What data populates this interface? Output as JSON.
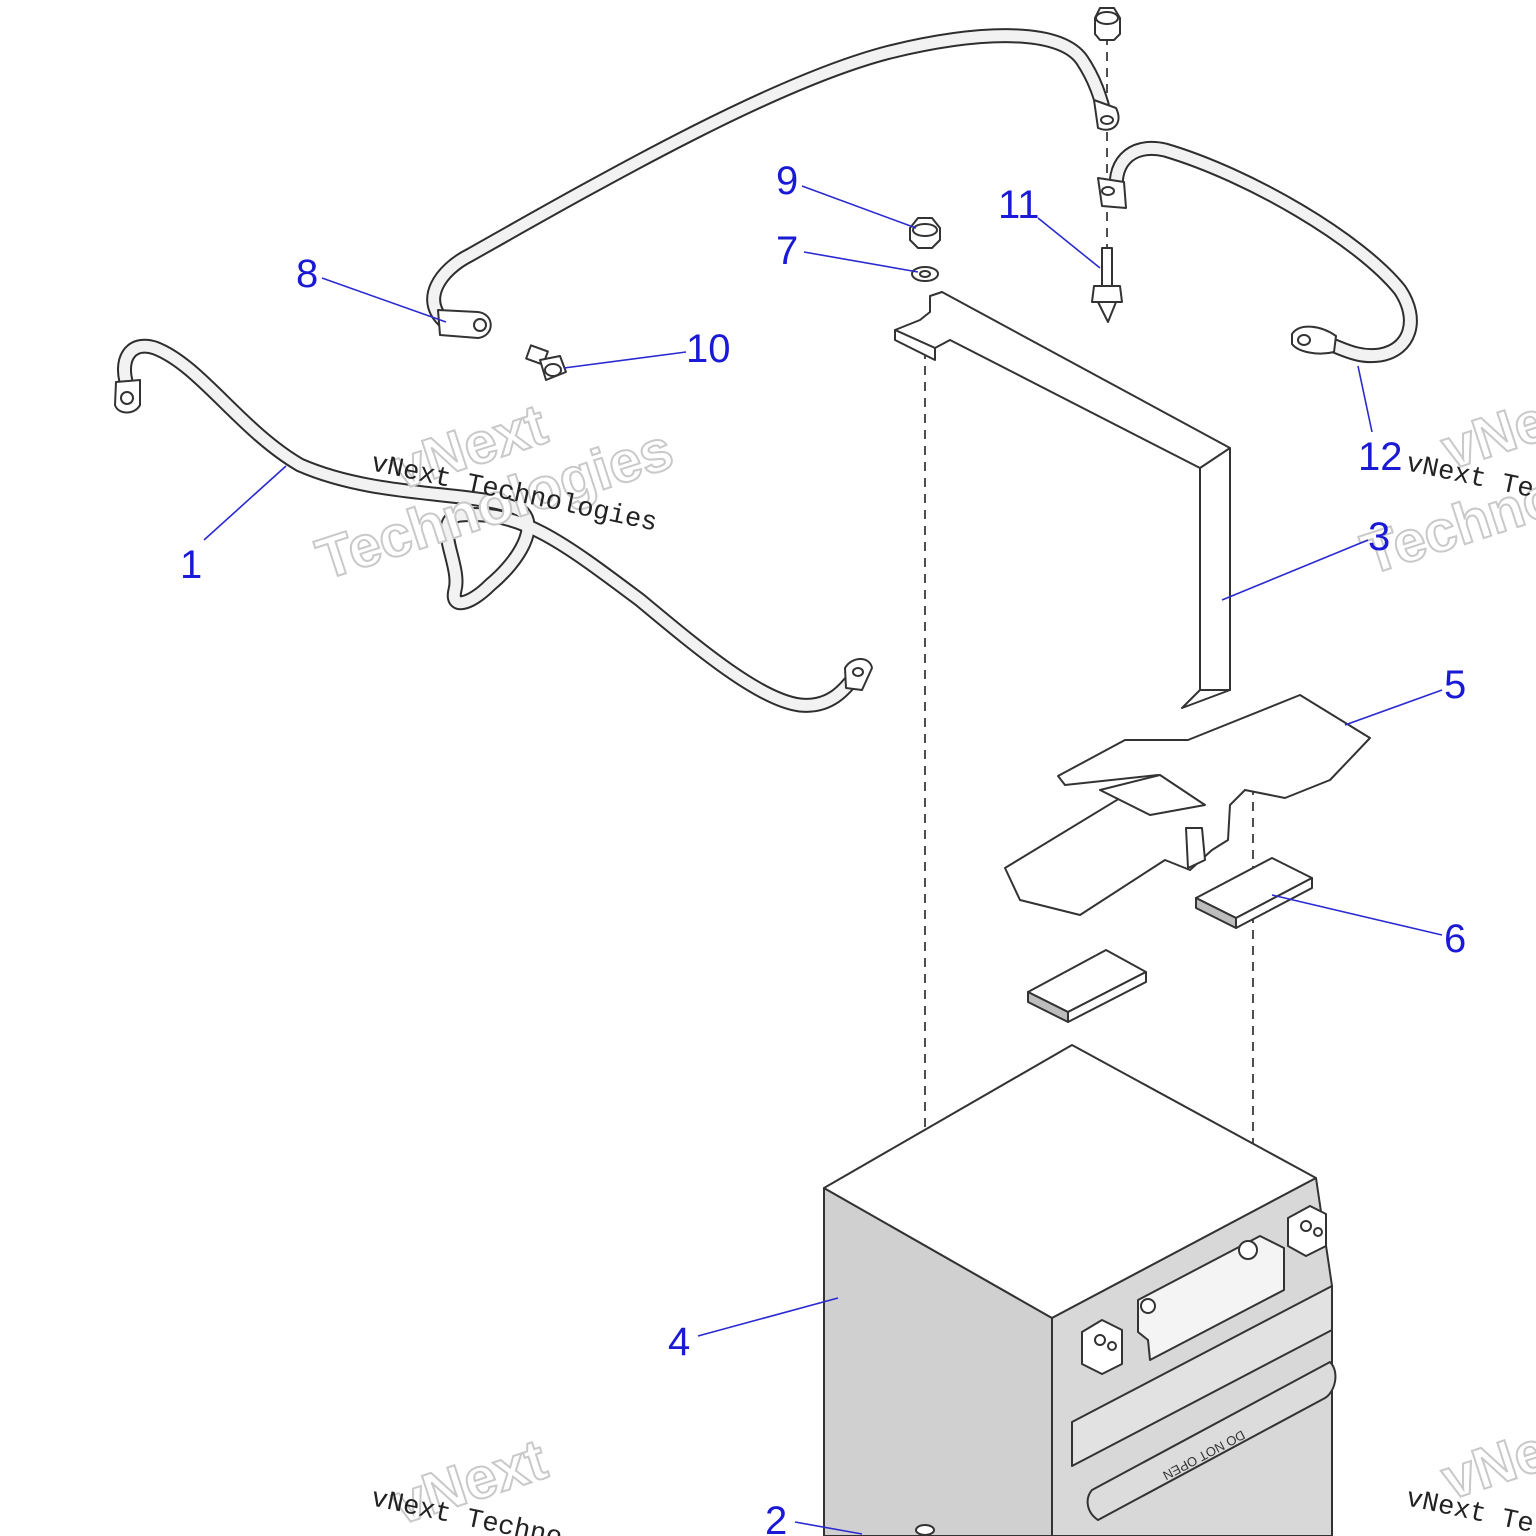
{
  "callouts": [
    {
      "id": "1",
      "label": "1"
    },
    {
      "id": "2",
      "label": "2"
    },
    {
      "id": "3",
      "label": "3"
    },
    {
      "id": "4",
      "label": "4"
    },
    {
      "id": "5",
      "label": "5"
    },
    {
      "id": "6",
      "label": "6"
    },
    {
      "id": "7",
      "label": "7"
    },
    {
      "id": "8",
      "label": "8"
    },
    {
      "id": "9",
      "label": "9"
    },
    {
      "id": "10",
      "label": "10"
    },
    {
      "id": "11",
      "label": "11"
    },
    {
      "id": "12",
      "label": "12"
    }
  ],
  "battery_label": "DO NOT OPEN",
  "watermark": {
    "line1": "vNext",
    "line2": "Technologies",
    "small": "vNext Technologies",
    "small_partial_1": "vNext Te",
    "small_partial_2": "vNext Techno"
  },
  "colors": {
    "callout": "#1a1ad6",
    "battery_fill": "#d0d0d0",
    "outline": "#333333"
  }
}
